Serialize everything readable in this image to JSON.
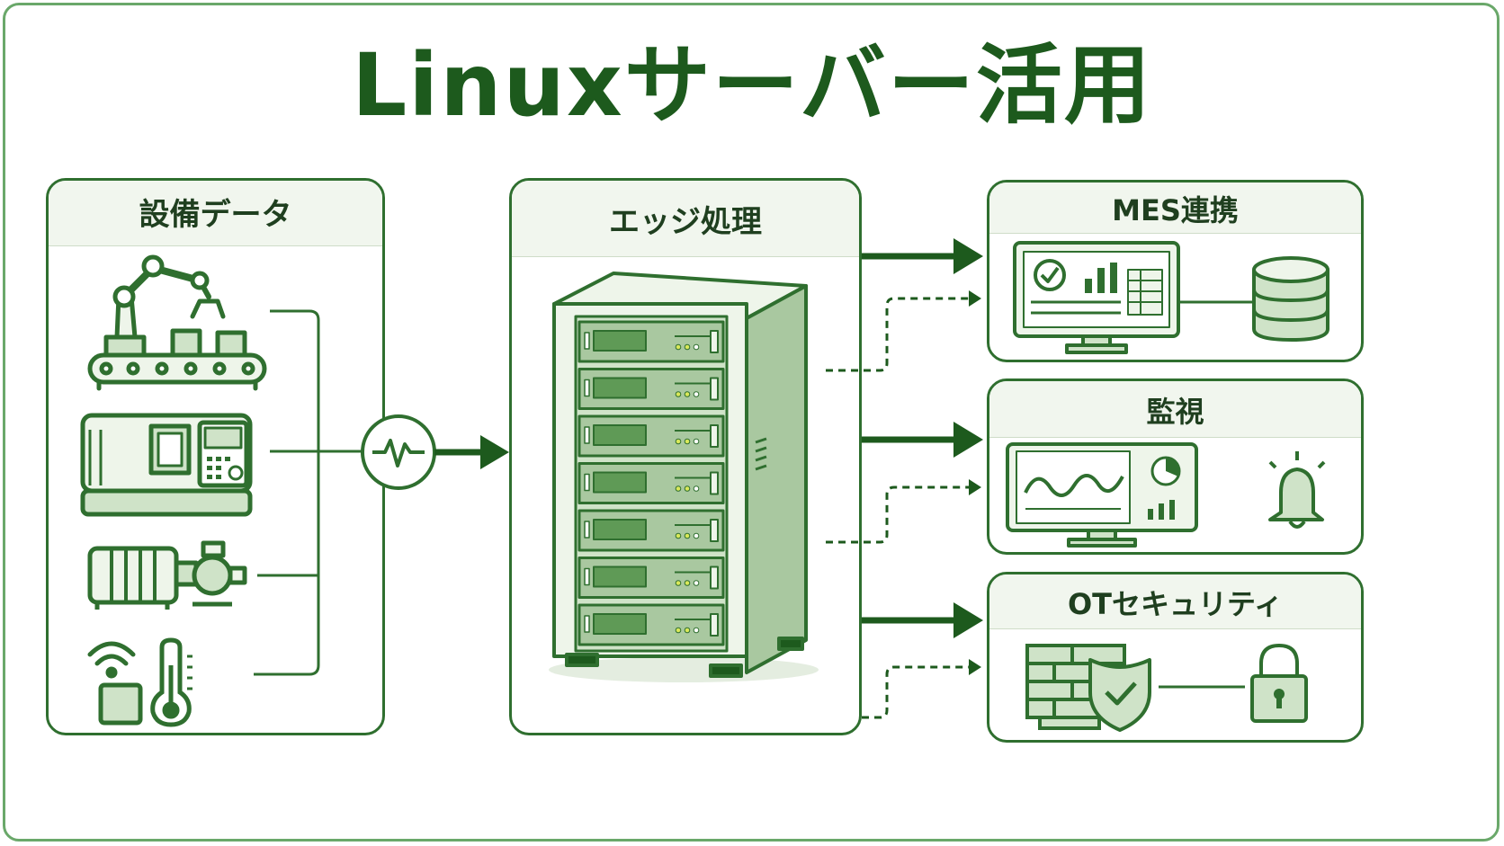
{
  "title": "Linuxサーバー活用",
  "panels": {
    "equipment": {
      "label": "設備データ"
    },
    "edge": {
      "label": "エッジ処理"
    },
    "mes": {
      "label": "MES連携"
    },
    "monitoring": {
      "label": "監視"
    },
    "security": {
      "label": "OTセキュリティ"
    }
  },
  "colors": {
    "dark_green": "#1d5a1d",
    "border_green": "#2f6f2f",
    "fill_green": "#cfe3c8",
    "light_fill": "#eef5ea"
  },
  "icons": [
    "robot-arm-conveyor-icon",
    "cnc-machine-icon",
    "motor-pump-icon",
    "wireless-sensor-icon",
    "thermometer-icon",
    "pulse-hub-icon",
    "server-rack-icon",
    "dashboard-monitor-icon",
    "database-icon",
    "chart-monitor-icon",
    "alarm-bell-icon",
    "firewall-icon",
    "shield-check-icon",
    "padlock-icon"
  ]
}
